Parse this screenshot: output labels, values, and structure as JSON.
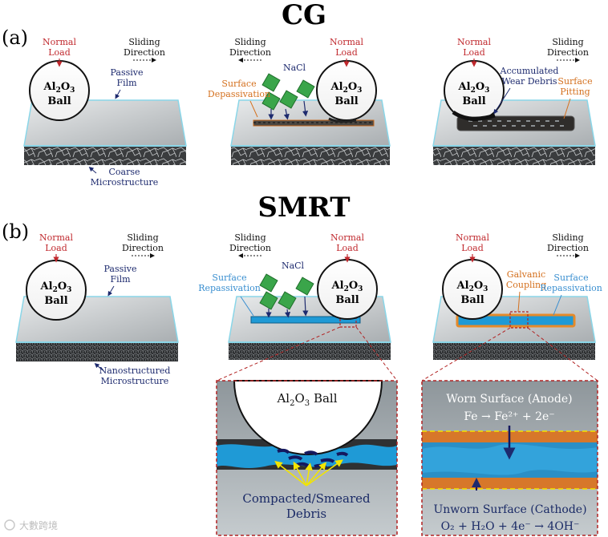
{
  "titles": {
    "cg": "CG",
    "smrt": "SMRT"
  },
  "panels": {
    "a": "(a)",
    "b": "(b)"
  },
  "labels": {
    "normal": "Normal",
    "load": "Load",
    "sliding": "Sliding",
    "direction": "Direction",
    "ball_main": "Al",
    "ball_sub": "2",
    "ball_o": "O",
    "ball_o_sub": "3",
    "ball_word": "Ball",
    "passive": "Passive",
    "film": "Film",
    "coarse": "Coarse",
    "microstructure": "Microstructure",
    "nanostructured": "Nanostructured",
    "nacl": "NaCl",
    "surface": "Surface",
    "depassivation": "Depassivation",
    "repassivation": "Repassivation",
    "accumulated": "Accumulated",
    "wear_debris": "Wear Debris",
    "pitting": "Pitting",
    "galvanic": "Galvanic",
    "coupling": "Coupling"
  },
  "inset_left": {
    "ball_label_pre": "Al",
    "ball_sub1": "2",
    "ball_o": "O",
    "ball_sub2": "3",
    "ball_label_post": " Ball",
    "caption1": "Compacted/Smeared",
    "caption2": "Debris"
  },
  "inset_right": {
    "anode": "Worn Surface (Anode)",
    "anode_eq": "Fe → Fe²⁺ + 2e⁻",
    "cathode": "Unworn Surface (Cathode)",
    "cathode_eq": "O₂ + H₂O + 4e⁻ → 4OH⁻"
  },
  "watermark": "大數跨境",
  "colors": {
    "red_label": "#c0282d",
    "navy_label": "#1d2a6e",
    "orange_label": "#d4701e",
    "blue_label": "#3a8fd0",
    "inset_border": "#b22222",
    "channel_blue": "#1f9ad6",
    "orange_band": "#d7772a",
    "anode_text": "#ffffff",
    "cathode_text": "#1a2a66"
  }
}
